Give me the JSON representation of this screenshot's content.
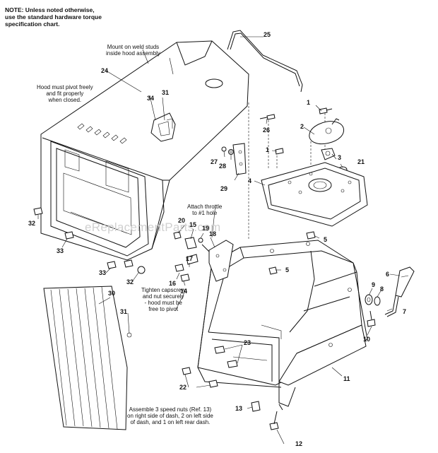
{
  "note": "NOTE: Unless noted otherwise,\nuse the standard hardware torque\nspecification chart.",
  "callouts": {
    "weld_studs": "Mount on weld studs\ninside hood assembly",
    "hood_pivot": "Hood must pivot freely\nand fit properly\nwhen closed.",
    "throttle": "Attach throttle\nto #1 hole",
    "capscrew": "Tighten capscrew\nand nut securely\n- hood must be\nfree to pivot",
    "speed_nuts": "Assemble 3 speed nuts (Ref. 13)\non right side of dash, 2 on left side\nof dash, and 1 on left rear dash."
  },
  "watermark": "eReplacementParts.com",
  "part_numbers": {
    "p1a": "1",
    "p1b": "1",
    "p2": "2",
    "p3": "3",
    "p4": "4",
    "p5a": "5",
    "p5b": "5",
    "p6": "6",
    "p7": "7",
    "p8": "8",
    "p9": "9",
    "p10": "10",
    "p11": "11",
    "p12": "12",
    "p13": "13",
    "p14": "14",
    "p15": "15",
    "p16": "16",
    "p17": "17",
    "p18": "18",
    "p19": "19",
    "p20": "20",
    "p21": "21",
    "p22": "22",
    "p23": "23",
    "p24": "24",
    "p25": "25",
    "p26": "26",
    "p27": "27",
    "p28": "28",
    "p29": "29",
    "p30": "30",
    "p31a": "31",
    "p31b": "31",
    "p32a": "32",
    "p32b": "32",
    "p33a": "33",
    "p33b": "33",
    "p34": "34"
  }
}
